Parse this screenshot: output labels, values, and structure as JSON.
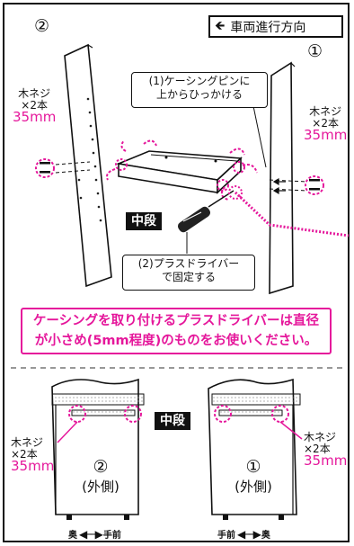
{
  "direction_label": {
    "arrow_icon": "arrow-left-icon",
    "text": "車両進行方向"
  },
  "top_section": {
    "panel_left_number": "②",
    "panel_right_number": "①",
    "callout_hook": {
      "lines": [
        "(1)ケーシングピンに",
        "上からひっかける"
      ]
    },
    "middle_shelf_tag": "中段",
    "callout_screwdriver": {
      "lines": [
        "(2)プラスドライバー",
        "で固定する"
      ]
    },
    "screws_left": {
      "name": "木ネジ",
      "count": "×2本",
      "size": "35mm"
    },
    "screws_right": {
      "name": "木ネジ",
      "count": "×2本",
      "size": "35mm"
    }
  },
  "notice": {
    "lines": [
      "ケーシングを取り付けるプラスドライバーは直径",
      "が小さめ(5mm程度)のものをお使いください。"
    ],
    "color": "#e5179b"
  },
  "bottom_section": {
    "middle_shelf_tag": "中段",
    "left_panel": {
      "number": "②",
      "label": "(外側)"
    },
    "right_panel": {
      "number": "①",
      "label": "(外側)"
    },
    "screws_left": {
      "name": "木ネジ",
      "count": "×2本",
      "size": "35mm"
    },
    "screws_right": {
      "name": "木ネジ",
      "count": "×2本",
      "size": "35mm"
    },
    "dir_left": {
      "from": "奥",
      "arrow": "◀──▶",
      "to": "手前"
    },
    "dir_right": {
      "from": "手前",
      "arrow": "◀──▶",
      "to": "奥"
    }
  },
  "colors": {
    "accent": "#e5179b",
    "panel": "#ffffff",
    "line": "#111111"
  }
}
